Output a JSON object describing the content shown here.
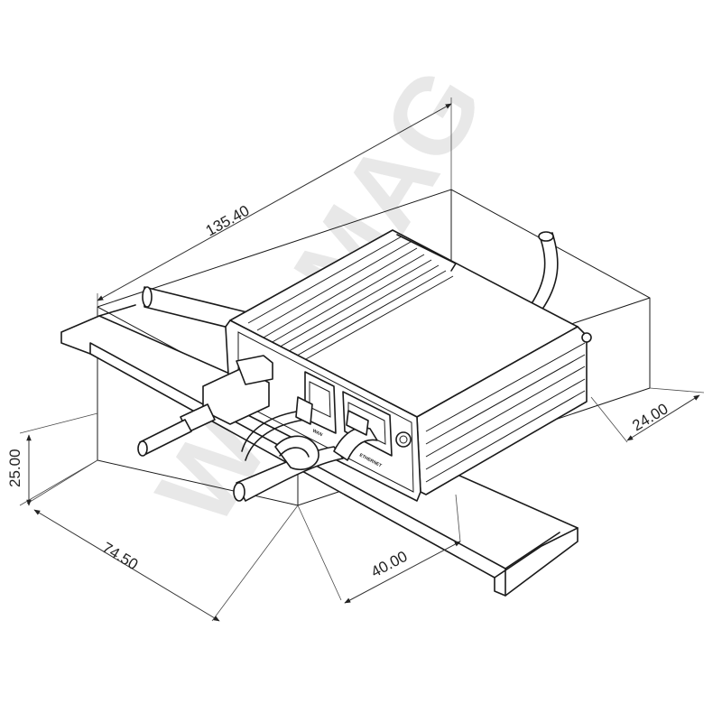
{
  "drawing": {
    "dimensions": {
      "length": "135.40",
      "width": "74.50",
      "height": "25.00",
      "depth": "24.00",
      "rail_offset": "40.00"
    },
    "port_labels": {
      "left_port": "WAN",
      "right_port": "ETHERNET"
    },
    "watermark": "WiFi MAG"
  },
  "colors": {
    "line": "#1a1a1a",
    "background": "#ffffff",
    "watermark": "#e6e6e6"
  }
}
